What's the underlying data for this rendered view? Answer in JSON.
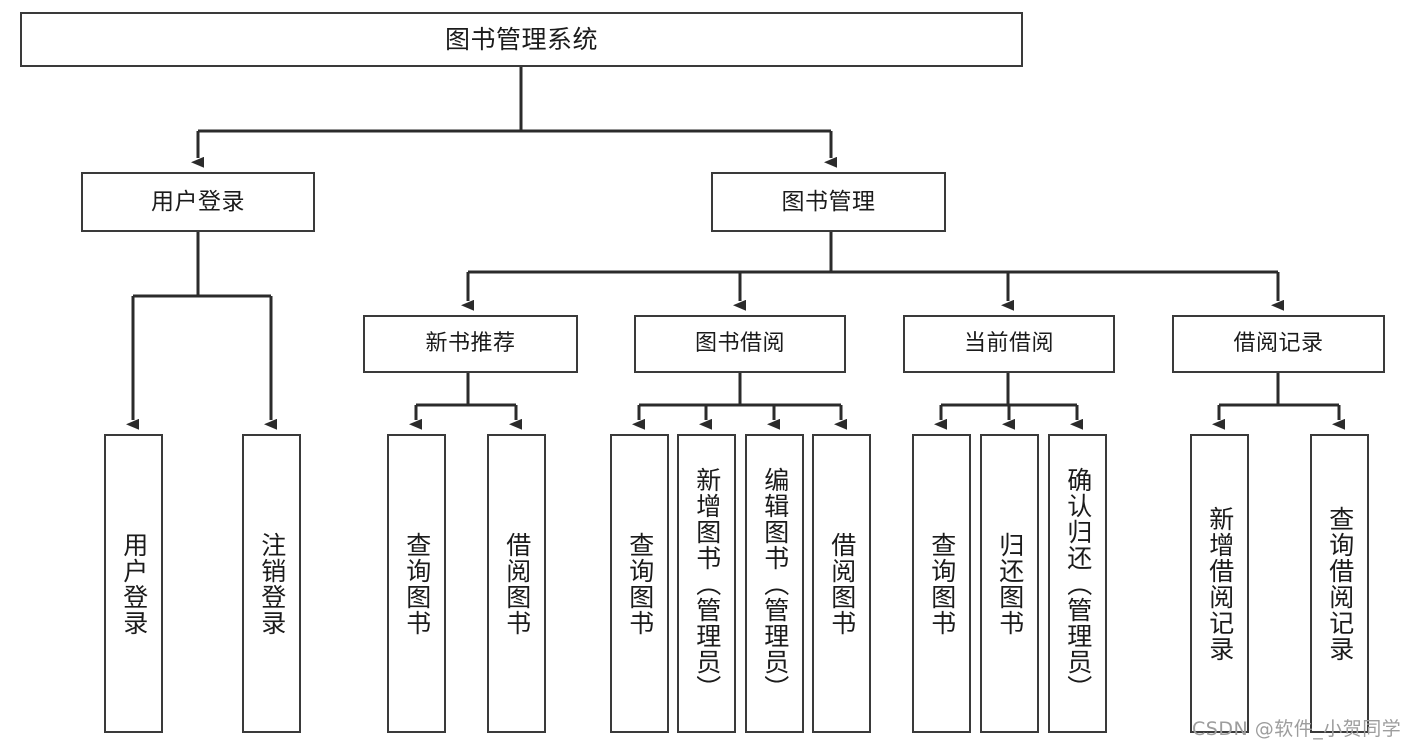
{
  "diagram": {
    "title": "图书管理系统",
    "root": {
      "label": "图书管理系统"
    },
    "level2": [
      {
        "label": "用户登录"
      },
      {
        "label": "图书管理"
      }
    ],
    "level3": [
      {
        "label": "新书推荐"
      },
      {
        "label": "图书借阅"
      },
      {
        "label": "当前借阅"
      },
      {
        "label": "借阅记录"
      }
    ],
    "leaves": {
      "user_login": [
        {
          "label": "用户登录"
        },
        {
          "label": "注销登录"
        }
      ],
      "new_book": [
        {
          "label": "查询图书"
        },
        {
          "label": "借阅图书"
        }
      ],
      "borrow": [
        {
          "label": "查询图书"
        },
        {
          "label": "新增图书（管理员）"
        },
        {
          "label": "编辑图书（管理员）"
        },
        {
          "label": "借阅图书"
        }
      ],
      "current": [
        {
          "label": "查询图书"
        },
        {
          "label": "归还图书"
        },
        {
          "label": "确认归还（管理员）"
        }
      ],
      "records": [
        {
          "label": "新增借阅记录"
        },
        {
          "label": "查询借阅记录"
        }
      ]
    }
  },
  "watermark": {
    "text": "CSDN @软件_小贺同学"
  },
  "colors": {
    "box_border": "#3a3a3a",
    "connector": "#2b2b2b",
    "text": "#1b1b1b",
    "watermark": "#9d9d9d",
    "background": "#ffffff"
  }
}
